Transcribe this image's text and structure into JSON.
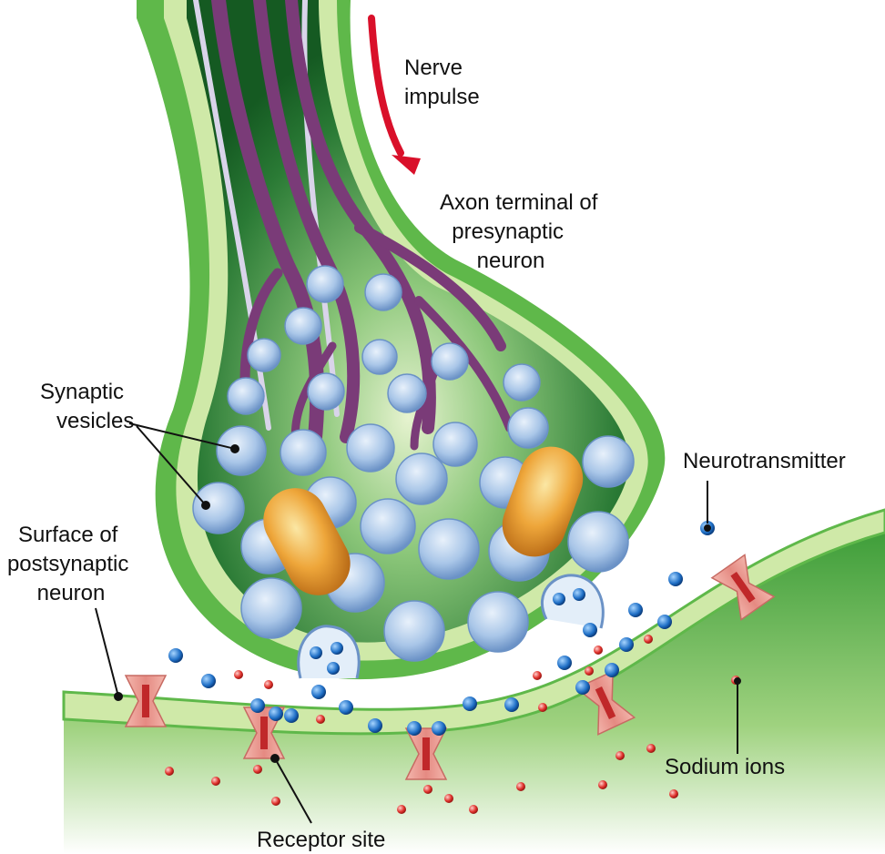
{
  "labels": {
    "nerve_impulse": [
      "Nerve",
      "impulse"
    ],
    "axon_terminal": [
      "Axon terminal of",
      "presynaptic",
      "neuron"
    ],
    "synaptic_vesicles": [
      "Synaptic",
      "vesicles"
    ],
    "neurotransmitter": "Neurotransmitter",
    "surface_postsynaptic": [
      "Surface of",
      "postsynaptic",
      "neuron"
    ],
    "sodium_ions": "Sodium ions",
    "receptor_site": "Receptor site"
  },
  "colors": {
    "membrane_outer": "#5fb84a",
    "membrane_light": "#cfe9a8",
    "terminal_inner": "#1f6b2c",
    "dendrite": "#7a3b78",
    "vesicle": "#8fb3dd",
    "mitochondrion": "#e9a73a",
    "neurotransmitter": "#2b7fd0",
    "sodium_ion": "#e0322d",
    "receptor": "#e88b86",
    "impulse_arrow": "#d9102a"
  }
}
